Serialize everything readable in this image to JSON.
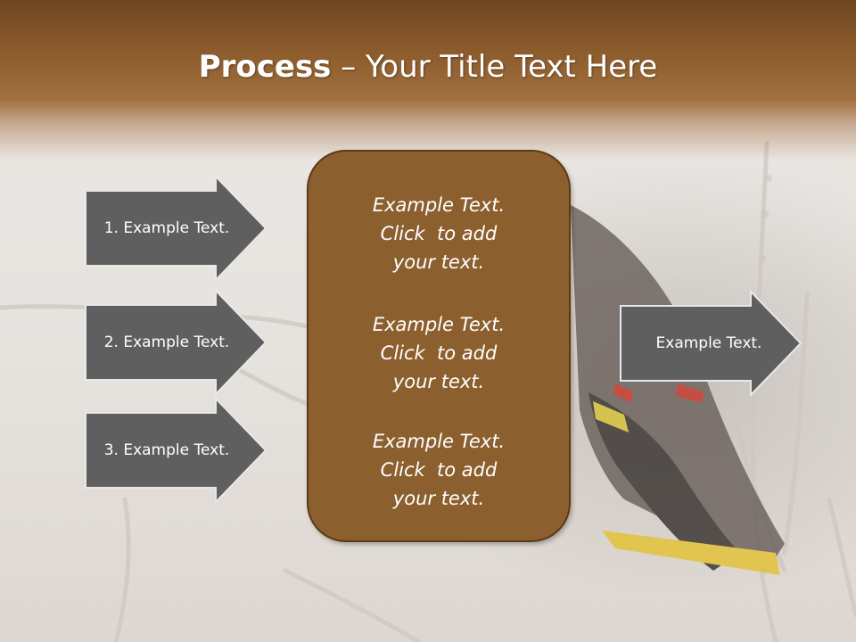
{
  "slide": {
    "title_bold": "Process",
    "title_rest": " – Your Title Text Here"
  },
  "input_arrows": [
    {
      "label": "1. Example Text."
    },
    {
      "label": "2. Example Text."
    },
    {
      "label": "3. Example Text."
    }
  ],
  "center_box": {
    "paragraphs": [
      "Example Text.\nClick  to add\nyour text.",
      "Example Text.\nClick  to add\nyour text.",
      "Example Text.\nClick  to add\nyour text."
    ]
  },
  "output_arrow": {
    "label": "Example Text."
  },
  "colors": {
    "header_brown": "#8a5a2b",
    "box_brown": "#8c5f2e",
    "arrow_gray": "#5f5f5f"
  }
}
